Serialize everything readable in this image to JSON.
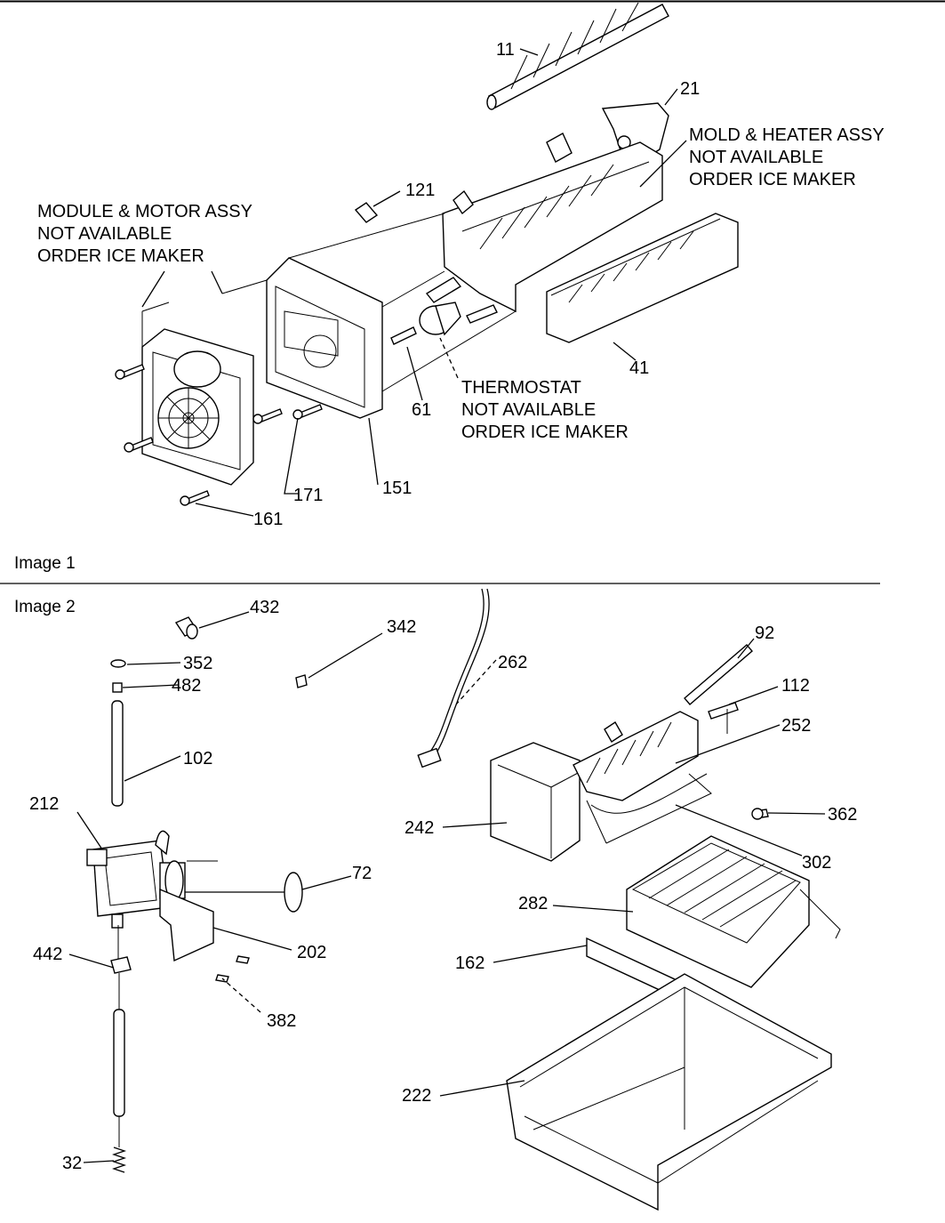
{
  "sections": [
    {
      "label": "Image 1"
    },
    {
      "label": "Image 2"
    }
  ],
  "notes": {
    "module_motor": [
      "MODULE & MOTOR ASSY",
      "NOT AVAILABLE",
      "ORDER ICE MAKER"
    ],
    "mold_heater": [
      "MOLD & HEATER ASSY",
      "NOT AVAILABLE",
      "ORDER ICE MAKER"
    ],
    "thermostat": [
      "THERMOSTAT",
      "NOT AVAILABLE",
      "ORDER ICE MAKER"
    ]
  },
  "callouts": {
    "image1": [
      "11",
      "21",
      "121",
      "41",
      "61",
      "151",
      "171",
      "161"
    ],
    "image2": [
      "432",
      "342",
      "352",
      "482",
      "102",
      "212",
      "72",
      "202",
      "442",
      "382",
      "32",
      "262",
      "92",
      "112",
      "252",
      "242",
      "362",
      "302",
      "282",
      "162",
      "222"
    ]
  }
}
